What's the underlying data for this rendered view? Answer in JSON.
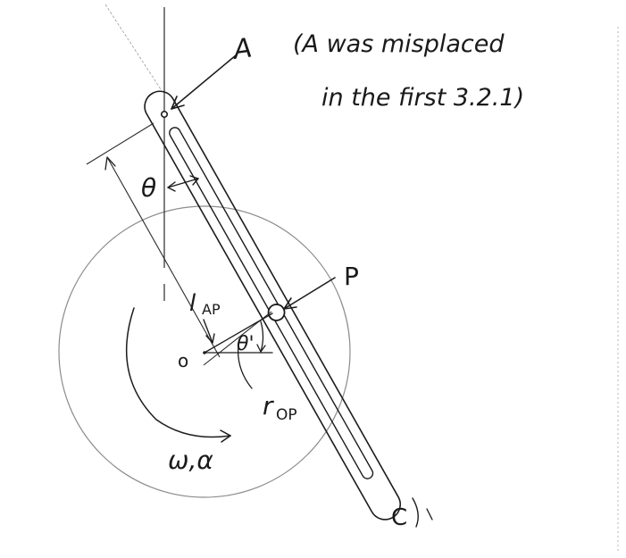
{
  "labels": {
    "point_a": "A",
    "note_line1": "(A was misplaced",
    "note_line2": "in the first 3.2.1)",
    "theta": "θ",
    "theta_prime": "θ'",
    "l_ap": "l",
    "l_ap_sub": "AP",
    "point_p": "P",
    "point_o": "o",
    "r_op": "r",
    "r_op_sub": "OP",
    "omega_alpha": "ω,α",
    "point_c": "C"
  },
  "colors": {
    "ink": "#1c1c1c",
    "disk_edge": "#8c8c8c",
    "page_edge": "#b5b5b5"
  }
}
